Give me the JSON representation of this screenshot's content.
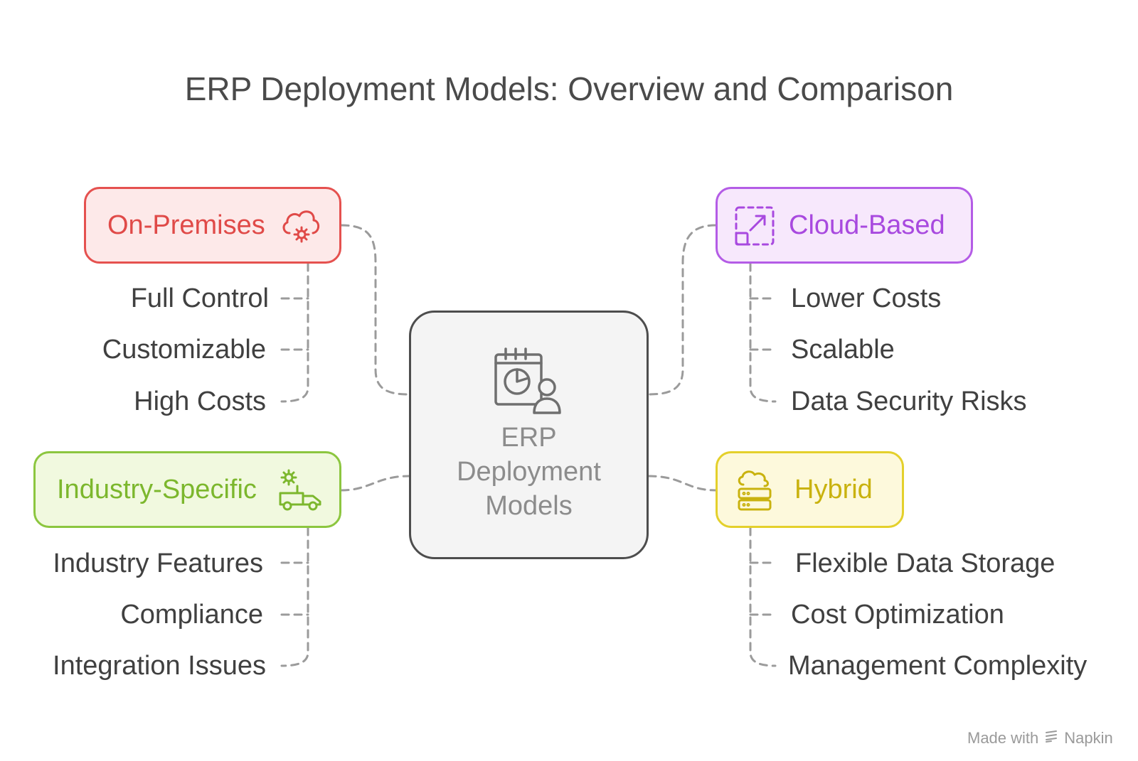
{
  "title": "ERP Deployment Models: Overview and Comparison",
  "center": {
    "label_lines": [
      "ERP",
      "Deployment",
      "Models"
    ],
    "icon": "calendar-chart-user-icon"
  },
  "nodes": [
    {
      "id": "on-premises",
      "label": "On-Premises",
      "icon": "cloud-gear-icon",
      "color": "#e5514f",
      "items": [
        "Full Control",
        "Customizable",
        "High Costs"
      ]
    },
    {
      "id": "cloud-based",
      "label": "Cloud-Based",
      "icon": "expand-arrow-icon",
      "color": "#b45ce6",
      "items": [
        "Lower Costs",
        "Scalable",
        "Data Security Risks"
      ]
    },
    {
      "id": "industry-specific",
      "label": "Industry-Specific",
      "icon": "truck-gear-icon",
      "color": "#8cc63f",
      "items": [
        "Industry Features",
        "Compliance",
        "Integration Issues"
      ]
    },
    {
      "id": "hybrid",
      "label": "Hybrid",
      "icon": "cloud-server-icon",
      "color": "#e4d02b",
      "items": [
        "Flexible Data Storage",
        "Cost Optimization",
        "Management Complexity"
      ]
    }
  ],
  "watermark": {
    "prefix": "Made with",
    "brand": "Napkin"
  }
}
